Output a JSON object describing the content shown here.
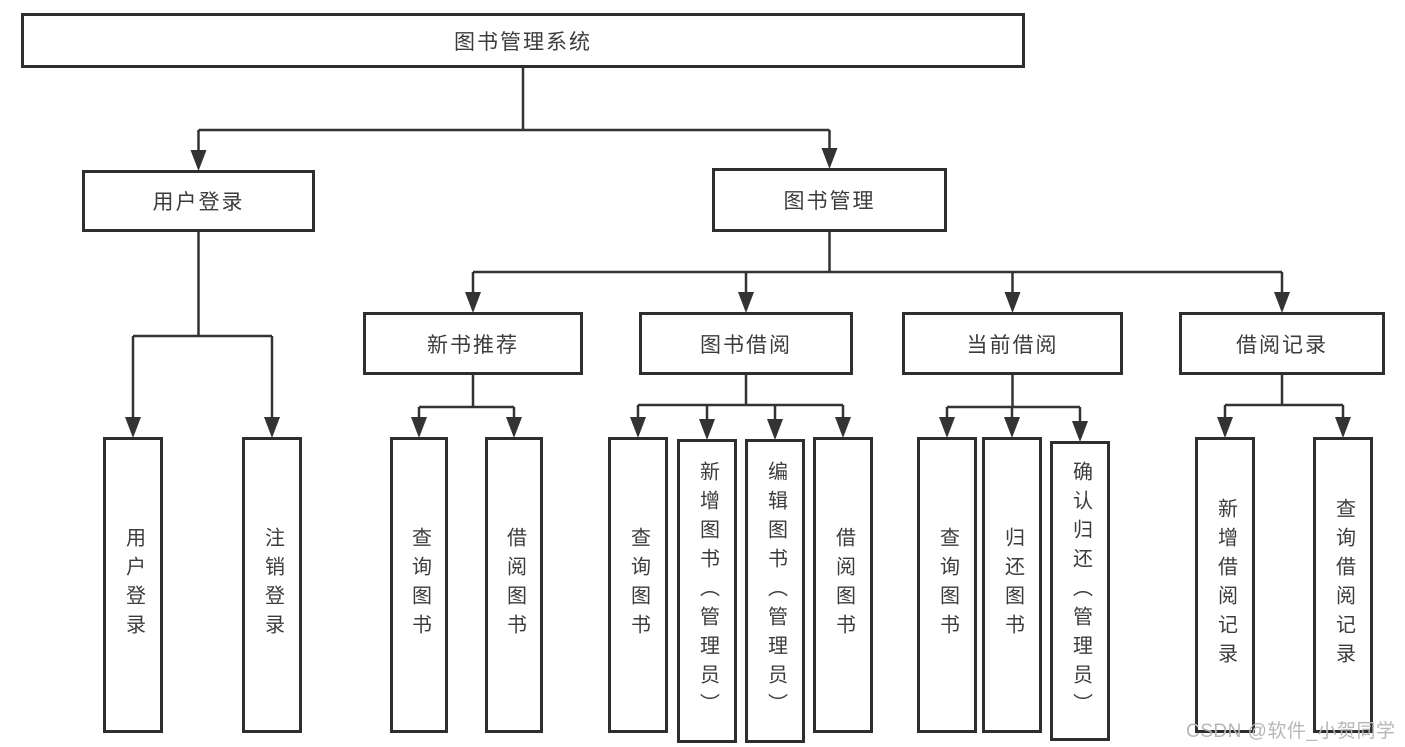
{
  "diagram": {
    "title": "图书管理系统",
    "type": "hierarchy-tree",
    "colors": {
      "line": "#333333",
      "box_border": "#2e2e2e",
      "text": "#3c3c3c",
      "background": "#ffffff"
    },
    "nodes": [
      {
        "id": "library-system",
        "label": "图书管理系统"
      },
      {
        "id": "user-login",
        "label": "用户登录"
      },
      {
        "id": "book-management",
        "label": "图书管理"
      },
      {
        "id": "new-book-recommend",
        "label": "新书推荐"
      },
      {
        "id": "book-borrowing",
        "label": "图书借阅"
      },
      {
        "id": "current-borrowing",
        "label": "当前借阅"
      },
      {
        "id": "borrowing-records",
        "label": "借阅记录"
      },
      {
        "id": "leaf-user-login",
        "label": "用户登录"
      },
      {
        "id": "leaf-logout",
        "label": "注销登录"
      },
      {
        "id": "leaf-nbr-query-books",
        "label": "查询图书"
      },
      {
        "id": "leaf-nbr-borrow-books",
        "label": "借阅图书"
      },
      {
        "id": "leaf-bb-query-books",
        "label": "查询图书"
      },
      {
        "id": "leaf-bb-add-books-admin",
        "label": "新增图书（管理员）"
      },
      {
        "id": "leaf-bb-edit-books-admin",
        "label": "编辑图书（管理员）"
      },
      {
        "id": "leaf-bb-borrow-books",
        "label": "借阅图书"
      },
      {
        "id": "leaf-cb-query-books",
        "label": "查询图书"
      },
      {
        "id": "leaf-cb-return-books",
        "label": "归还图书"
      },
      {
        "id": "leaf-cb-confirm-return-admin",
        "label": "确认归还（管理员）"
      },
      {
        "id": "leaf-br-add-record",
        "label": "新增借阅记录"
      },
      {
        "id": "leaf-br-query-record",
        "label": "查询借阅记录"
      }
    ],
    "edges": [
      {
        "from": "library-system",
        "to": [
          "user-login",
          "book-management"
        ]
      },
      {
        "from": "user-login",
        "to": [
          "leaf-user-login",
          "leaf-logout"
        ]
      },
      {
        "from": "book-management",
        "to": [
          "new-book-recommend",
          "book-borrowing",
          "current-borrowing",
          "borrowing-records"
        ]
      },
      {
        "from": "new-book-recommend",
        "to": [
          "leaf-nbr-query-books",
          "leaf-nbr-borrow-books"
        ]
      },
      {
        "from": "book-borrowing",
        "to": [
          "leaf-bb-query-books",
          "leaf-bb-add-books-admin",
          "leaf-bb-edit-books-admin",
          "leaf-bb-borrow-books"
        ]
      },
      {
        "from": "current-borrowing",
        "to": [
          "leaf-cb-query-books",
          "leaf-cb-return-books",
          "leaf-cb-confirm-return-admin"
        ]
      },
      {
        "from": "borrowing-records",
        "to": [
          "leaf-br-add-record",
          "leaf-br-query-record"
        ]
      }
    ]
  },
  "watermark": {
    "text": "CSDN @软件_小贺同学",
    "color": "#b7b7b7"
  }
}
